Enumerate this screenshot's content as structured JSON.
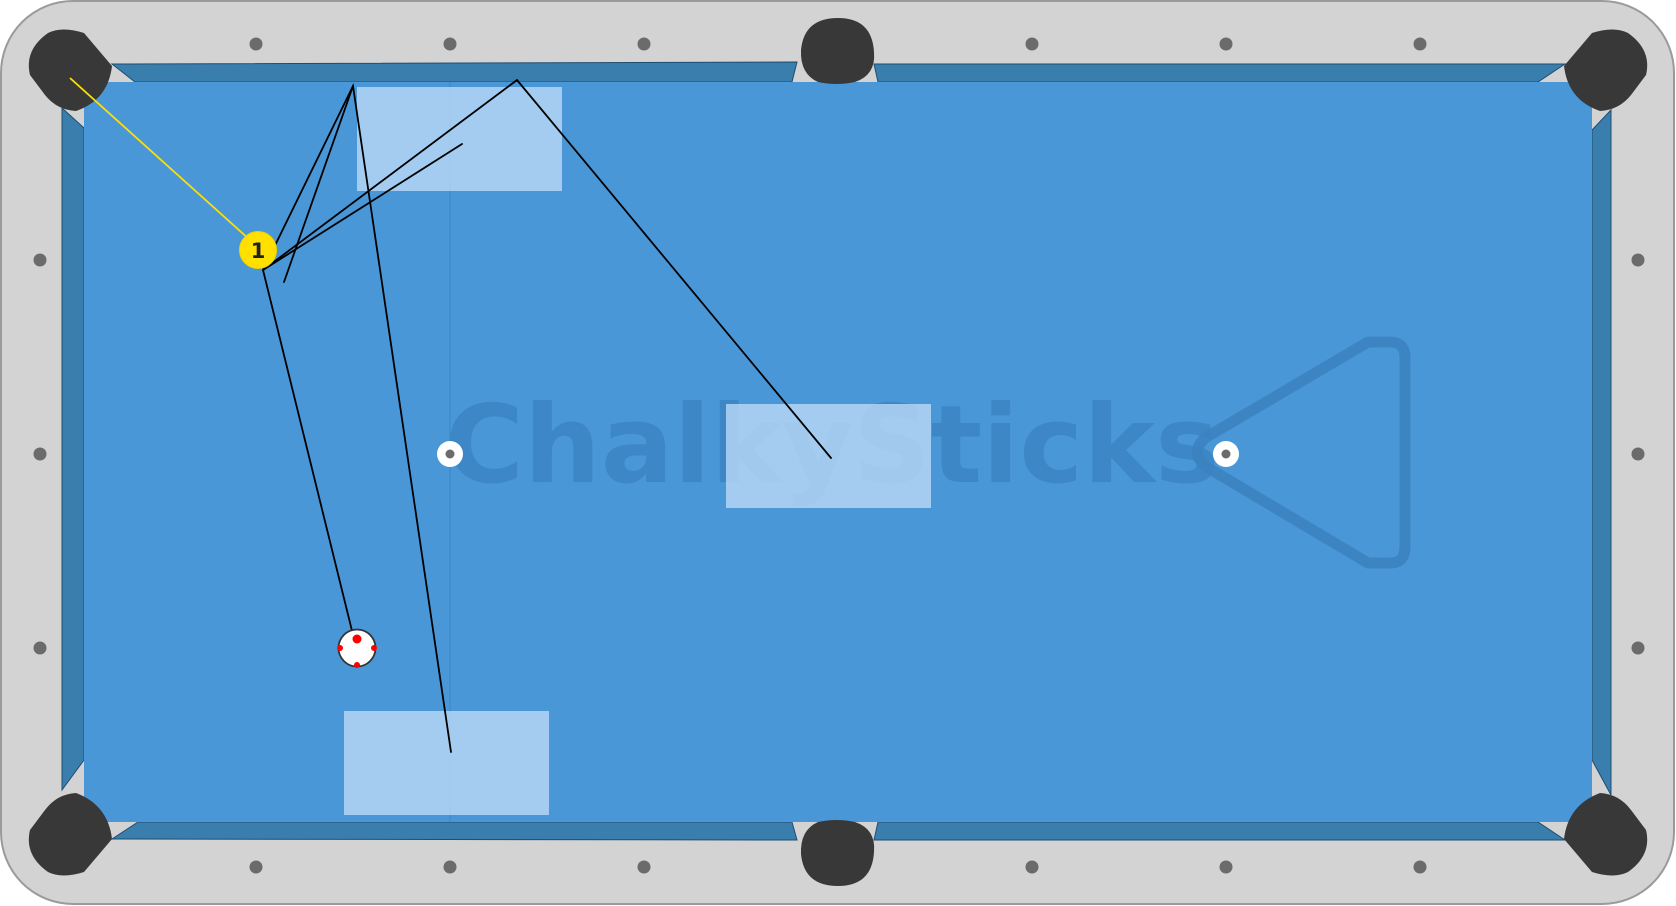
{
  "watermark": {
    "text": "ChalkySticks"
  },
  "colors": {
    "rail": "#d3d3d3",
    "rail_border": "#9a9a9a",
    "cloth": "#4a97d8",
    "cushion": "#3a7eae",
    "pocket": "#383838",
    "diamond": "#6b6b6b",
    "watermark": "#3b82c0",
    "shot_line": "#000000",
    "aim_line": "#ffe000",
    "target_zone": "#b7d8f5",
    "object_ball": "#ffe000",
    "cue_ball": "#ffffff",
    "cue_tip_marker": "#ff0000"
  },
  "balls": {
    "object_ball": {
      "number": "1",
      "color": "yellow"
    },
    "cue_ball": {
      "color": "white"
    }
  },
  "icons": {
    "rack": "rack-triangle-icon",
    "head_spot": "head-spot-icon",
    "foot_spot": "foot-spot-icon"
  }
}
